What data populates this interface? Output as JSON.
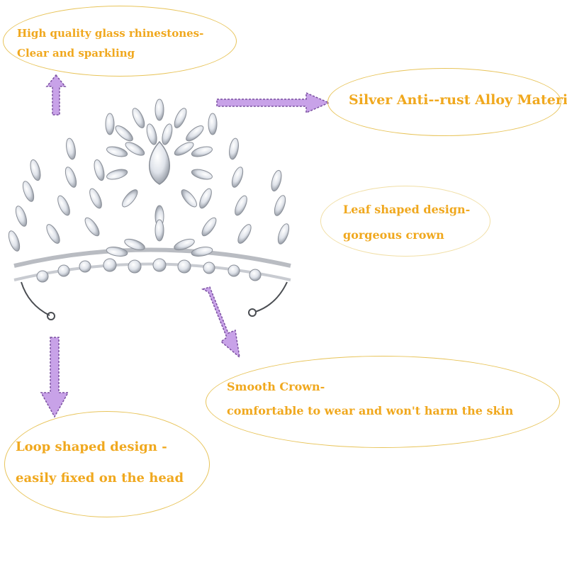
{
  "callouts": {
    "rhinestones": {
      "line1": "High quality glass rhinestones-",
      "line2": "Clear and sparkling"
    },
    "material": {
      "line1": "Silver Anti--rust Alloy Material"
    },
    "leaf": {
      "line1": "Leaf shaped design-",
      "line2": "gorgeous crown"
    },
    "smooth": {
      "line1": "Smooth Crown-",
      "line2": "comfortable to wear and won't harm the skin"
    },
    "loop": {
      "line1": "Loop shaped design -",
      "line2": "easily fixed on the head"
    }
  },
  "colors": {
    "text": "#f0a81e",
    "oval_border": "#e8c45a",
    "arrow_fill": "#c8a2e8",
    "arrow_stroke": "#7a4fa0",
    "crown_metal": "#b9bcc2"
  },
  "icons": [
    "arrow-up-icon",
    "arrow-right-icon",
    "arrow-down-icon",
    "arrow-down-right-icon"
  ]
}
